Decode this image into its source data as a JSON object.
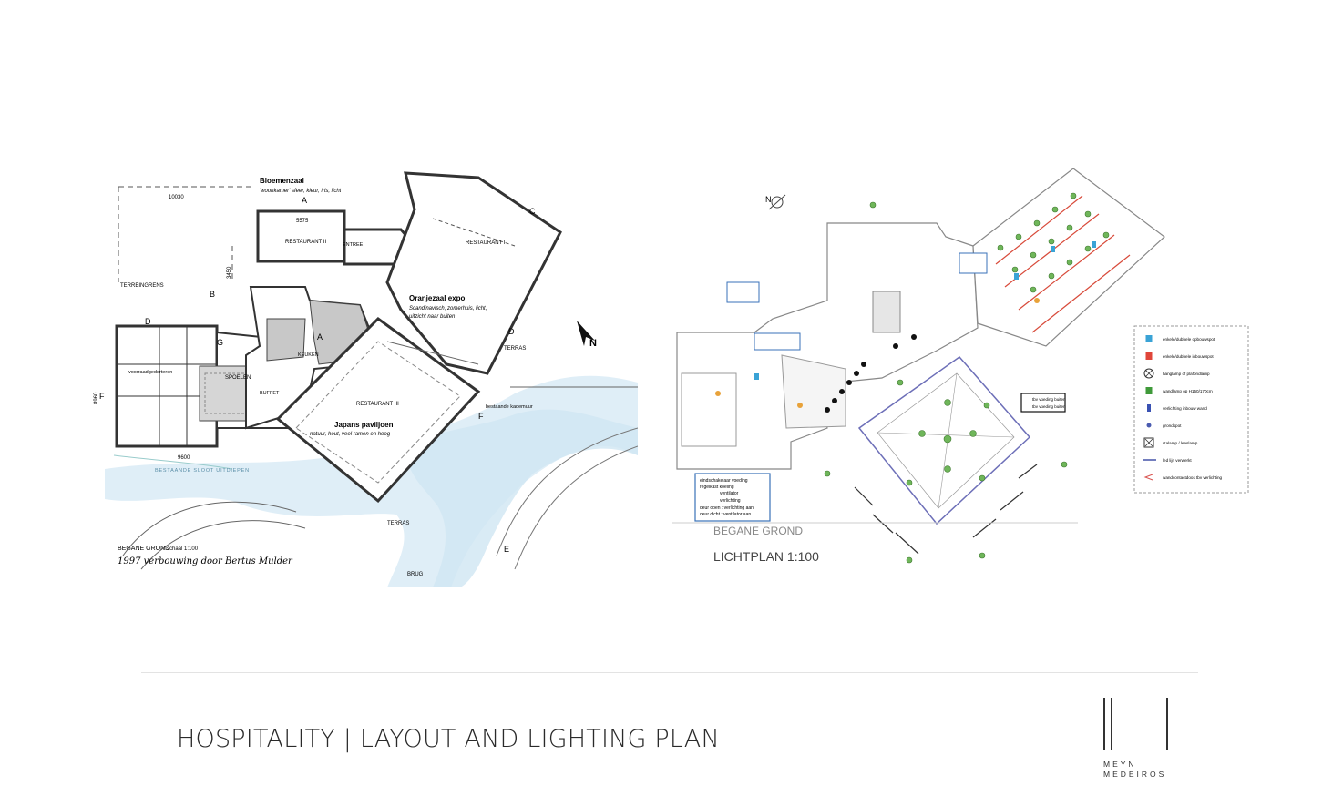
{
  "footer": {
    "title": "HOSPITALITY | LAYOUT AND LIGHTING PLAN"
  },
  "logo": {
    "line1": "MEYN",
    "line2": "MEDEIROS"
  },
  "plan_left": {
    "rooms": {
      "bloemenzaal": "Bloemenzaal",
      "bloemenzaal_note": "'woonkamer' sfeer, kleur, fris, licht",
      "restaurant_ii": "RESTAURANT II",
      "restaurant_i": "RESTAURANT I",
      "restaurant_iii": "RESTAURANT III",
      "entree": "ENTREE",
      "oranjezaal": "Oranjezaal expo",
      "oranjezaal_note1": "Scandinavisch, zomerhuis, licht,",
      "oranjezaal_note2": "uitzicht naar buiten",
      "japans": "Japans paviljoen",
      "japans_note": "natuur, hout, veel ramen en hoog",
      "keuken": "KEUKEN",
      "spoelen": "SPOELEN",
      "buffet": "BUFFET",
      "terrein": "TERREINGRENS",
      "terras1": "TERRAS",
      "terras2": "TERRAS",
      "brug": "BRUG",
      "sloot": "BESTAANDE SLOOT UITDIEPEN",
      "kademuur": "bestaande kademuur",
      "voorraad": "voorraadgederteren"
    },
    "dimensions": {
      "d1": "10030",
      "d2": "5575",
      "d3": "9600",
      "d4": "8960",
      "d5": "3450"
    },
    "north": "N",
    "caption_title": "BEGANE GROND",
    "caption_scale": "schaal 1:100",
    "caption_author": "1997 verbouwing door Bertus Mulder"
  },
  "plan_right": {
    "north": "N",
    "caption1": "BEGANE GROND",
    "caption2": "LICHTPLAN 1:100",
    "note_box": {
      "line1": "eindschakelaar voeding",
      "line2": "regelkast koeling",
      "line3": "ventilator",
      "line4": "verlichting",
      "line5": "deur open : verlichting aan",
      "line6": "deur dicht : ventilator aan"
    },
    "box_right": {
      "line1": "tbv voeding buiten",
      "line2": "tbv voeding buiten"
    },
    "legend": [
      {
        "icon": "spot-surface-icon",
        "label": "enkele/dubbele opbouwspot",
        "color": "#3aa3d6"
      },
      {
        "icon": "spot-recessed-icon",
        "label": "enkele/dubbele inbouwspot",
        "color": "#e0463a"
      },
      {
        "icon": "pendant-icon",
        "label": "hanglamp of plafondlamp",
        "color": "#333333"
      },
      {
        "icon": "wall-lamp-icon",
        "label": "wandlamp op H150/170cm",
        "color": "#3f9a3a"
      },
      {
        "icon": "wall-recessed-icon",
        "label": "verlichting inbouw wand",
        "color": "#3a52b3"
      },
      {
        "icon": "ground-spot-icon",
        "label": "grondspot",
        "color": "#4a5bb0"
      },
      {
        "icon": "floor-lamp-icon",
        "label": "stalamp / leeslamp",
        "color": "#333333"
      },
      {
        "icon": "led-line-icon",
        "label": "led lijn verwerkt",
        "color": "#4452a8"
      },
      {
        "icon": "wall-socket-icon",
        "label": "wandcontactdoos tbv verlichting",
        "color": "#d9534f"
      }
    ]
  }
}
